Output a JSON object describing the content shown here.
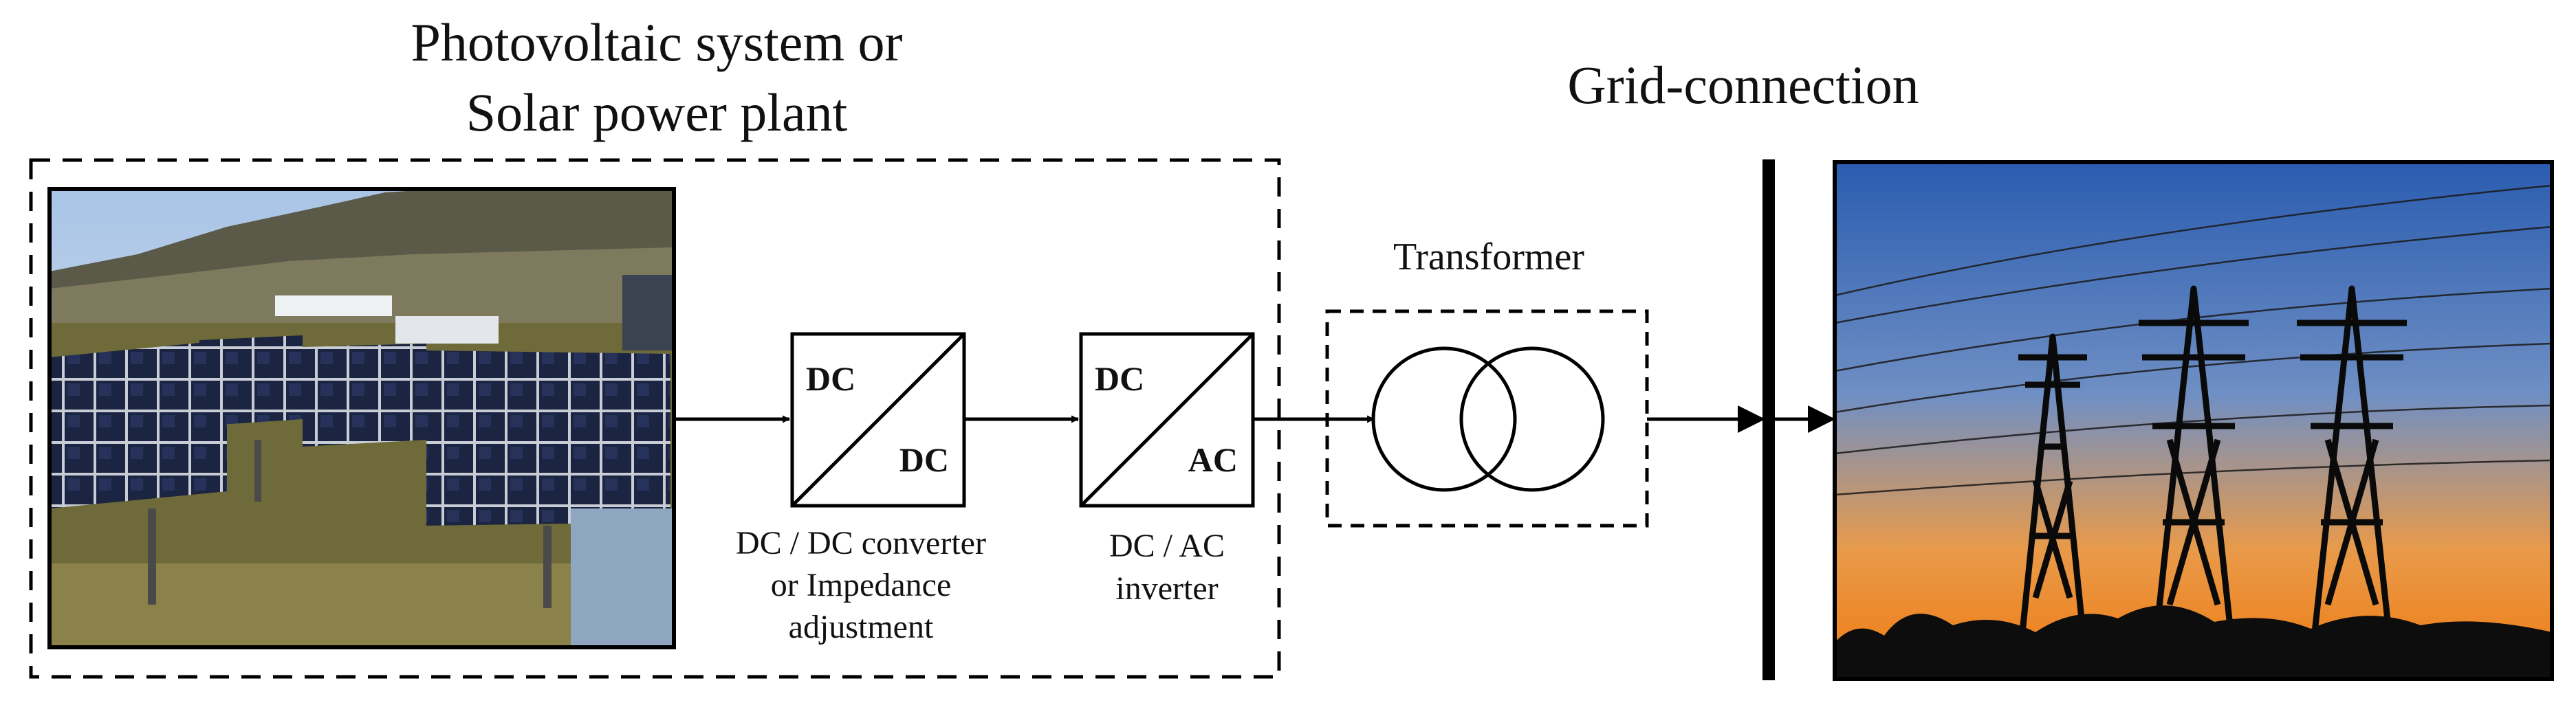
{
  "titles": {
    "pv_line1": "Photovoltaic system or",
    "pv_line2": "Solar power plant",
    "grid": "Grid-connection"
  },
  "dcdc": {
    "top": "DC",
    "bottom": "DC",
    "caption_line1": "DC / DC converter",
    "caption_line2": "or Impedance",
    "caption_line3": "adjustment"
  },
  "dcac": {
    "top": "DC",
    "bottom": "AC",
    "caption_line1": "DC / AC",
    "caption_line2": "inverter"
  },
  "transformer": {
    "label": "Transformer"
  },
  "colors": {
    "line": "#000000",
    "sky_top": "#2f63b5",
    "sky_bottom": "#f08a1e",
    "grass": "#6f6a3a",
    "panel": "#1b2440"
  }
}
